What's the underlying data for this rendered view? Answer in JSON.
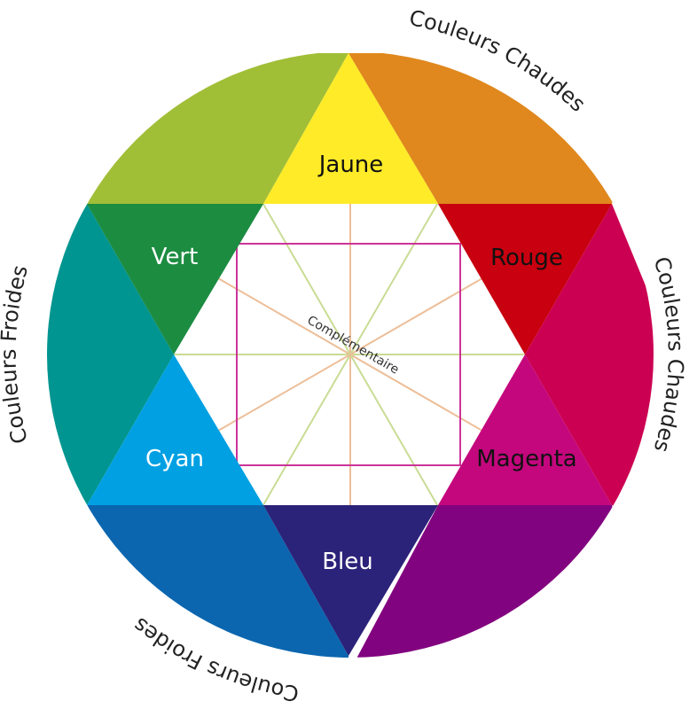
{
  "diagram": {
    "primaries": [
      {
        "id": "jaune",
        "label": "Jaune",
        "color": "#FFEB28",
        "text_color": "#111111"
      },
      {
        "id": "rouge",
        "label": "Rouge",
        "color": "#C8000F",
        "text_color": "#111111"
      },
      {
        "id": "magenta",
        "label": "Magenta",
        "color": "#C4077D",
        "text_color": "#111111"
      },
      {
        "id": "bleu",
        "label": "Bleu",
        "color": "#2B2279",
        "text_color": "#FFFFFF"
      },
      {
        "id": "cyan",
        "label": "Cyan",
        "color": "#00A0E3",
        "text_color": "#FFFFFF"
      },
      {
        "id": "vert",
        "label": "Vert",
        "color": "#1C8C41",
        "text_color": "#FFFFFF"
      }
    ],
    "outer_segments": [
      {
        "id": "yellow-green",
        "color": "#A1BE37"
      },
      {
        "id": "orange",
        "color": "#E0881D"
      },
      {
        "id": "crimson",
        "color": "#CC0052"
      },
      {
        "id": "purple",
        "color": "#82037F"
      },
      {
        "id": "blue",
        "color": "#0B66AF"
      },
      {
        "id": "teal",
        "color": "#009590"
      }
    ],
    "arc_labels": {
      "top_right": "Couleurs Chaudes",
      "right": "Couleurs Chaudes",
      "left": "Couleurs Froides",
      "bottom": "Couleurs Froides"
    },
    "center_label": "Complémentaire",
    "line_colors": {
      "green_lines": "#C9DC94",
      "orange_lines": "#EDBE98",
      "square": "#CC3399"
    }
  }
}
